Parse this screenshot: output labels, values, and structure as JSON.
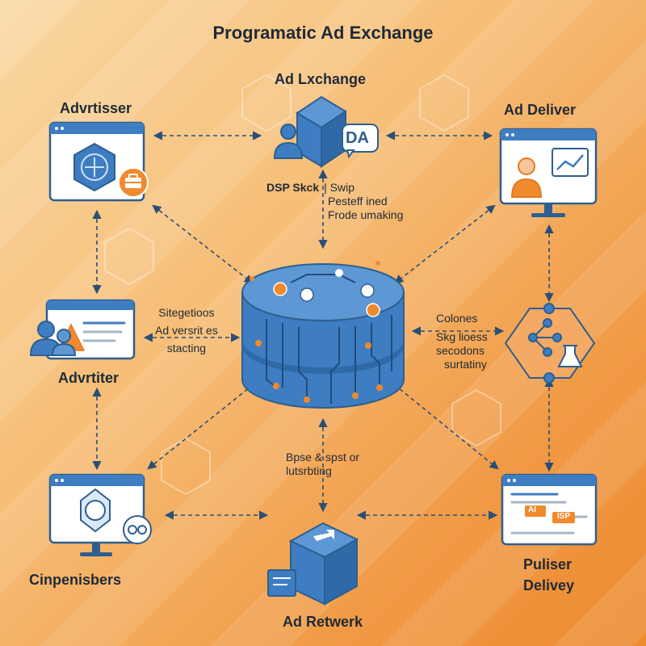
{
  "title": "Programatic Ad Exchange",
  "nodes": {
    "ad_exchange": "Ad Lxchange",
    "advertiser_top": "Advrtisser",
    "ad_deliver": "Ad Deliver",
    "advertiser_mid": "Advrtiter",
    "companies": "Cinpenisbers",
    "ad_network": "Ad Retwerk",
    "publisher_delivery": [
      "Puliser",
      "Delivey"
    ]
  },
  "notes": {
    "dsp": [
      "DSP Skck",
      "| Swip",
      "Pesteff ined",
      "Frode umaking"
    ],
    "left": [
      "Sitegetioos",
      "Ad versrit es",
      "stacting"
    ],
    "right": [
      "Colones",
      "Skg lioess",
      "secodons",
      "surtatiny"
    ],
    "bottom": [
      "Bpse & spst  or",
      "lutsrbting"
    ]
  },
  "badges": {
    "exchange_tag": "DA",
    "publisher_tag_1": "AI",
    "publisher_tag_2": "ISP"
  },
  "colors": {
    "primary_blue": "#3f7dc2",
    "dark_blue": "#2e5f8f",
    "accent_orange": "#f08a2c",
    "text_dark": "#1f2a36"
  }
}
